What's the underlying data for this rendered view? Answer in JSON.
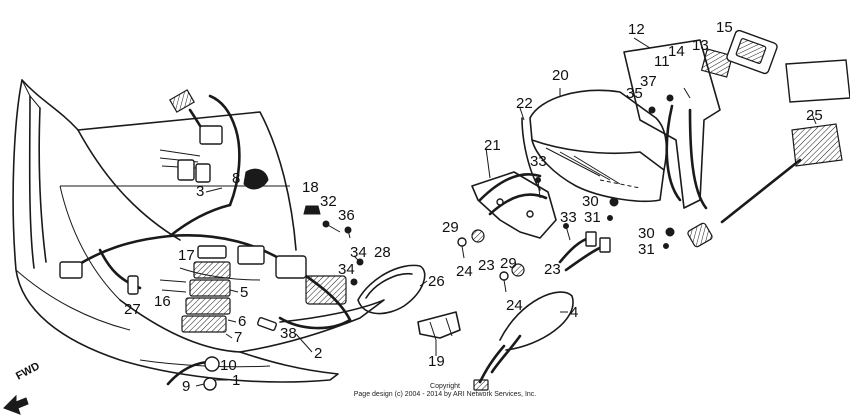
{
  "diagram": {
    "direction_label": "FWD",
    "copyright": [
      "Copyright",
      "Page design (c) 2004 - 2014 by ARI Network Services, Inc."
    ],
    "callouts": {
      "c1": "1",
      "c2": "2",
      "c3": "3",
      "c4": "4",
      "c5": "5",
      "c6": "6",
      "c7": "7",
      "c8": "8",
      "c9": "9",
      "c10": "10",
      "c11": "11",
      "c12": "12",
      "c13": "13",
      "c14": "14",
      "c15": "15",
      "c16": "16",
      "c17": "17",
      "c18": "18",
      "c19": "19",
      "c20": "20",
      "c21": "21",
      "c22": "22",
      "c23a": "23",
      "c23b": "23",
      "c24a": "24",
      "c24b": "24",
      "c25": "25",
      "c26": "26",
      "c27": "27",
      "c28": "28",
      "c29a": "29",
      "c29b": "29",
      "c30a": "30",
      "c30b": "30",
      "c31a": "31",
      "c31b": "31",
      "c32": "32",
      "c33a": "33",
      "c33b": "33",
      "c34a": "34",
      "c34b": "34",
      "c35": "35",
      "c36": "36",
      "c37": "37",
      "c38": "38"
    }
  }
}
